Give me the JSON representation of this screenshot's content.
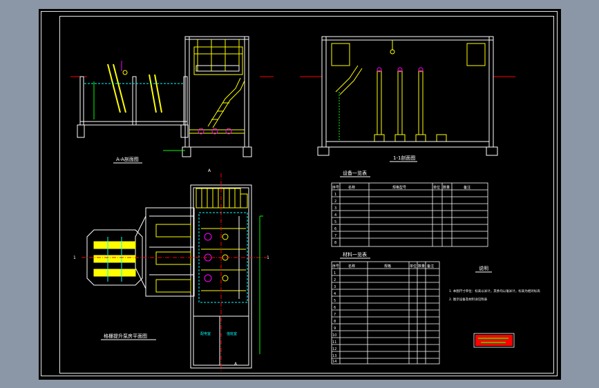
{
  "drawing": {
    "title_section_aa": "A-A剖面图",
    "title_section_11": "1-1剖面图",
    "title_plan": "格栅提升泵房平面图",
    "title_equipment_table": "设备一览表",
    "title_material_table": "材料一览表",
    "title_notes": "说明",
    "notes": [
      "1. 本图尺寸单位：标高以米计，其余均以毫米计，标高为相对标高",
      "2. 图示设备及材料详见附表"
    ],
    "plan_labels": {
      "room_left": "配电室",
      "room_right": "值班室",
      "mark_1_left": "1",
      "mark_1_right": "1",
      "mark_a_top": "A",
      "mark_a_bottom": "A"
    }
  },
  "equipment_table": {
    "headers": [
      "序号",
      "名称",
      "规格型号",
      "单位",
      "数量",
      "备注"
    ],
    "rows": [
      [
        "1",
        "",
        "",
        "",
        "",
        ""
      ],
      [
        "2",
        "",
        "",
        "",
        "",
        ""
      ],
      [
        "3",
        "",
        "",
        "",
        "",
        ""
      ],
      [
        "4",
        "",
        "",
        "",
        "",
        ""
      ],
      [
        "5",
        "",
        "",
        "",
        "",
        ""
      ],
      [
        "6",
        "",
        "",
        "",
        "",
        ""
      ],
      [
        "7",
        "",
        "",
        "",
        "",
        ""
      ],
      [
        "8",
        "",
        "",
        "",
        "",
        ""
      ]
    ]
  },
  "material_table": {
    "headers": [
      "序号",
      "名称",
      "规格",
      "单位",
      "数量",
      "备注"
    ],
    "rows": [
      [
        "1"
      ],
      [
        "2"
      ],
      [
        "3"
      ],
      [
        "4"
      ],
      [
        "5"
      ],
      [
        "6"
      ],
      [
        "7"
      ],
      [
        "8"
      ],
      [
        "9"
      ],
      [
        "10"
      ],
      [
        "11"
      ],
      [
        "12"
      ],
      [
        "13"
      ],
      [
        "14"
      ]
    ]
  },
  "colors": {
    "line_white": "#ffffff",
    "line_yellow": "#ffff00",
    "line_cyan": "#00ffff",
    "line_magenta": "#ff00ff",
    "line_green": "#00ff00",
    "line_red": "#ff0000"
  }
}
